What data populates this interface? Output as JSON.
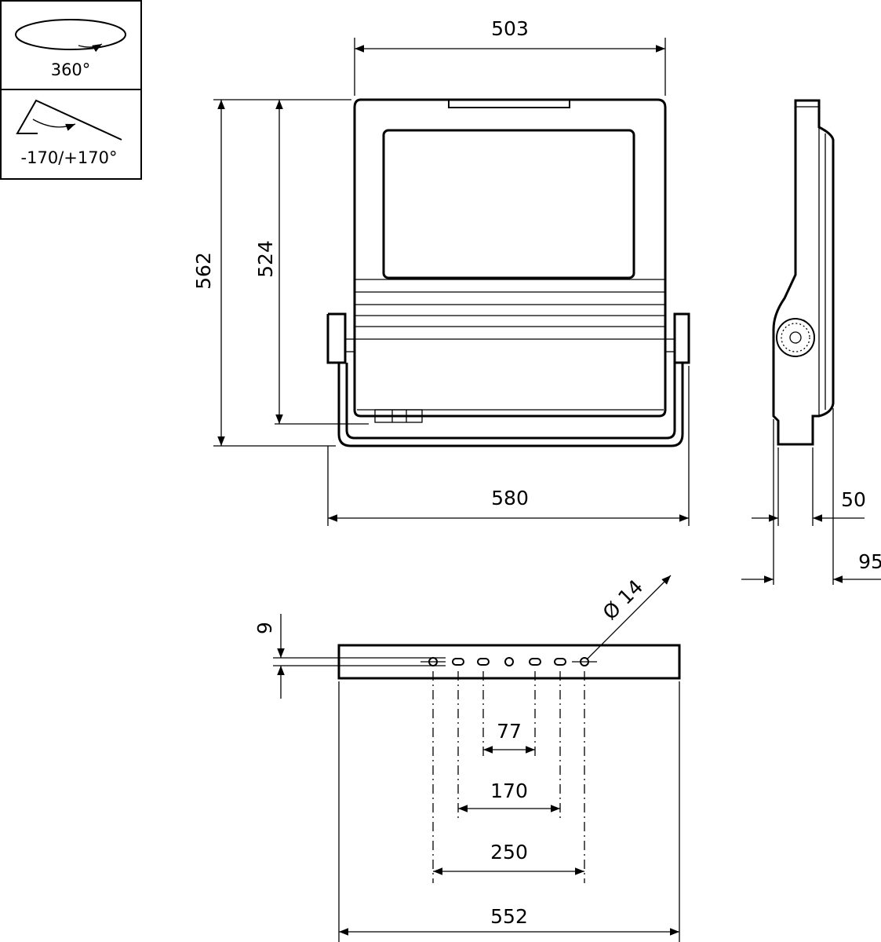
{
  "rotation_icons": {
    "horizontal": "360°",
    "tilt": "-170/+170°"
  },
  "front_view": {
    "width_top": "503",
    "height_total": "562",
    "height_body": "524",
    "width_bracket": "580"
  },
  "side_view": {
    "depth_body": "50",
    "depth_total": "95"
  },
  "bracket_view": {
    "offset": "9",
    "hole_diameter": "Ø 14",
    "spacing_inner": "77",
    "spacing_mid": "170",
    "spacing_outer": "250",
    "length": "552"
  }
}
